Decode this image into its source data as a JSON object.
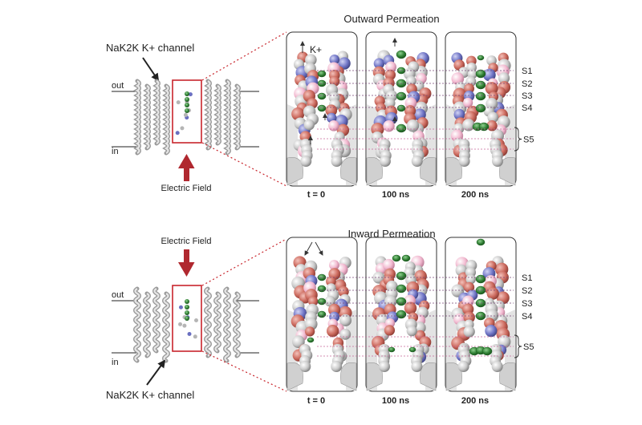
{
  "top_panel": {
    "title": "Outward Permeation",
    "channel_label": "NaK2K K+ channel",
    "field_label": "Electric Field",
    "out_label": "out",
    "in_label": "in",
    "ion_label": "K+",
    "times": [
      "t = 0",
      "100 ns",
      "200 ns"
    ],
    "sites": [
      "S1",
      "S2",
      "S3",
      "S4",
      "S5"
    ]
  },
  "bottom_panel": {
    "title": "Inward Permeation",
    "channel_label": "NaK2K K+ channel",
    "field_label": "Electric Field",
    "out_label": "out",
    "in_label": "in",
    "times": [
      "t = 0",
      "100 ns",
      "200 ns"
    ],
    "sites": [
      "S1",
      "S2",
      "S3",
      "S4",
      "S5"
    ]
  },
  "colors": {
    "field_arrow": "#b0282f",
    "selection_box": "#c8252c",
    "dotted_zoom": "#c8252c",
    "ion_density": "#2e7d32",
    "oxygen": "#c96a60",
    "nitrogen": "#6a6fc0",
    "carbon": "#cfcfcf",
    "hydrogen": "#f0b8cf",
    "site_line": "#7a4a78"
  }
}
